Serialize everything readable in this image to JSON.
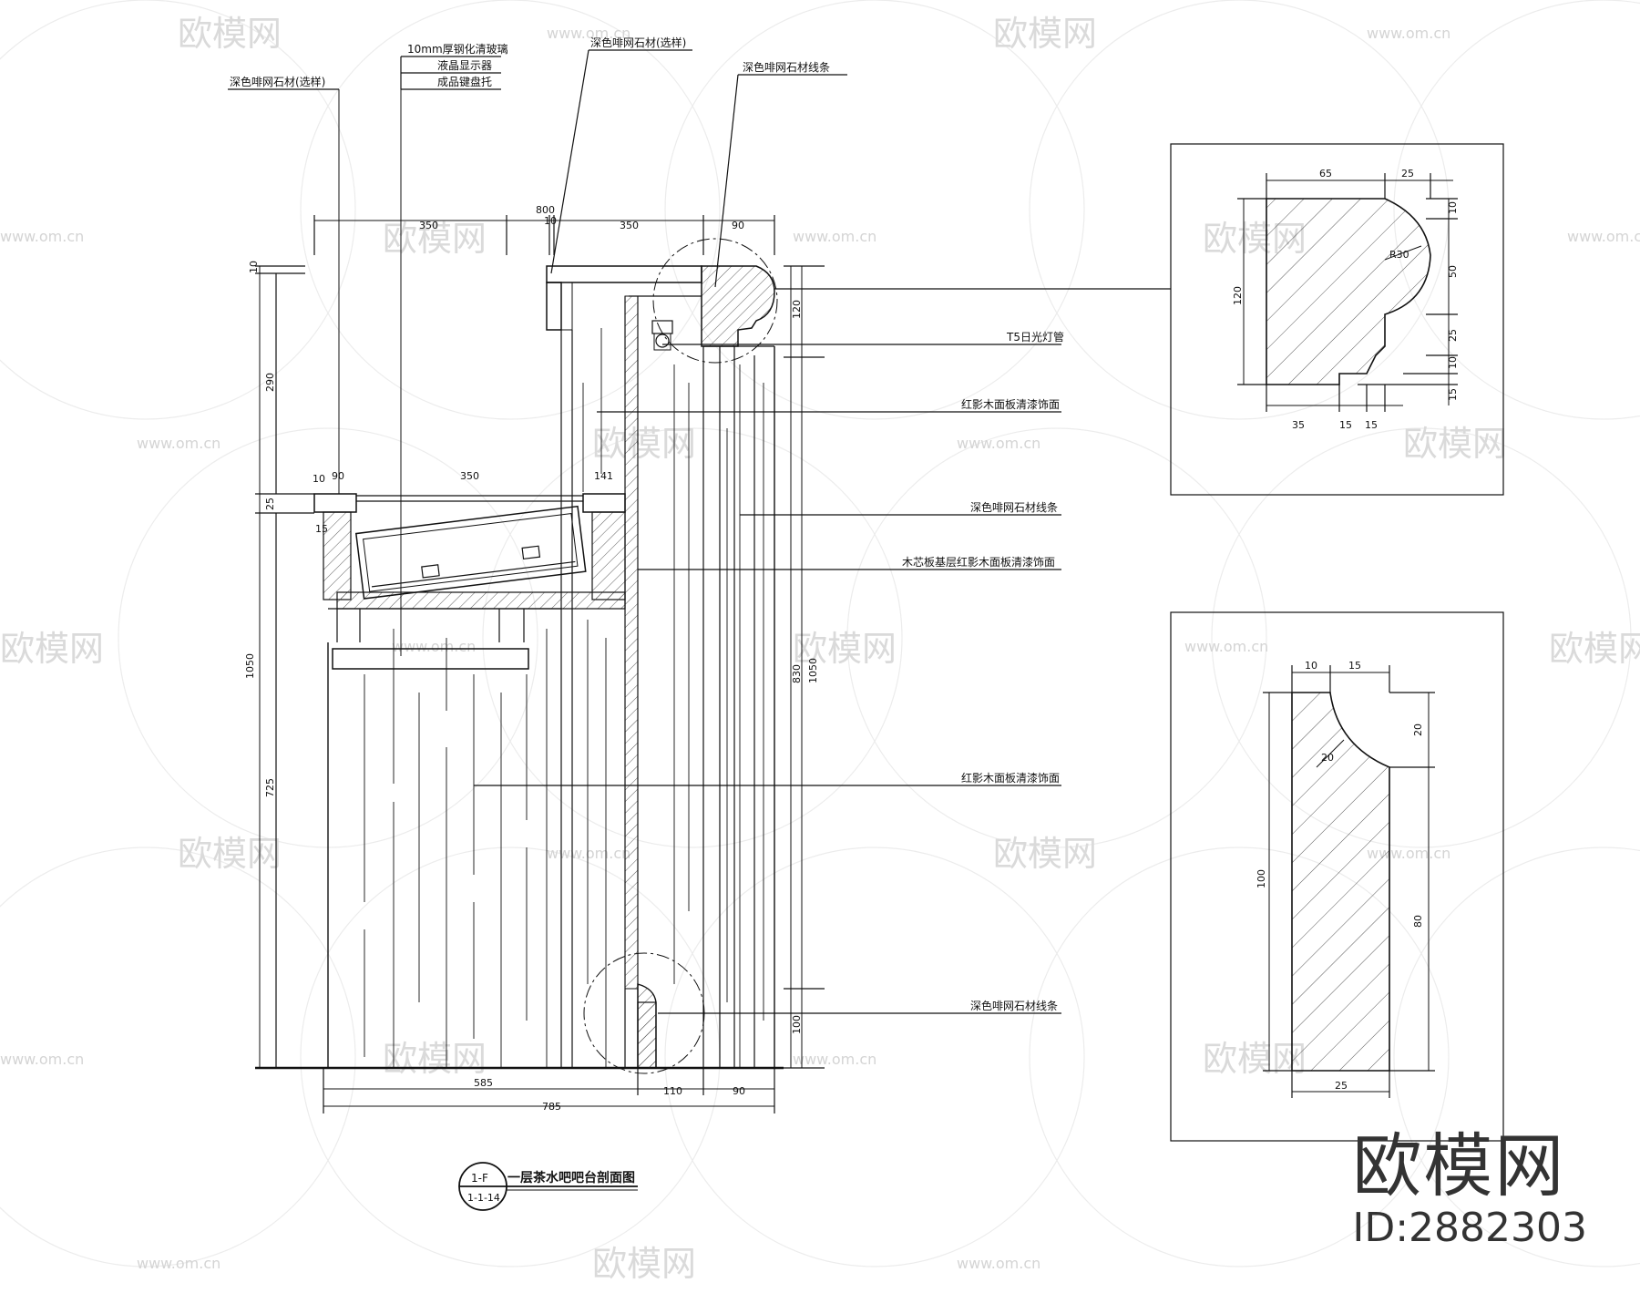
{
  "labels": {
    "left_stone": "深色啡网石材(选样)",
    "glass": "10mm厚钢化清玻璃",
    "lcd": "液晶显示器",
    "keyboard": "成品键盘托",
    "top_stone": "深色啡网石材(选样)",
    "stone_trim_top": "深色啡网石材线条",
    "t5_lamp": "T5日光灯管",
    "rosewood_1": "红影木面板清漆饰面",
    "stone_trim_mid": "深色啡网石材线条",
    "core_board": "木芯板基层红影木面板清漆饰面",
    "rosewood_2": "红影木面板清漆饰面",
    "stone_trim_bottom": "深色啡网石材线条"
  },
  "dimensions": {
    "top_800": "800",
    "top_10": "10",
    "top_350_left": "350",
    "top_350_right": "350",
    "top_90": "90",
    "left_10": "10",
    "left_290": "290",
    "left_25": "25",
    "left_1050": "1050",
    "left_725": "725",
    "left_15": "15",
    "shelf_10": "10",
    "shelf_90": "90",
    "shelf_350": "350",
    "shelf_141": "141",
    "right_120": "120",
    "right_830": "830",
    "right_1050": "1050",
    "right_100": "100",
    "bottom_585": "585",
    "bottom_110": "110",
    "bottom_90": "90",
    "bottom_785": "785"
  },
  "detail_top": {
    "d65": "65",
    "d25": "25",
    "d120": "120",
    "r30": "R30",
    "d10a": "10",
    "d50": "50",
    "d25b": "25",
    "d10b": "10",
    "d15a": "15",
    "d35": "35",
    "d15b": "15",
    "d15c": "15"
  },
  "detail_bottom": {
    "d10": "10",
    "d15": "15",
    "d20": "20",
    "r20": "20",
    "d100": "100",
    "d80": "80",
    "d25": "25"
  },
  "title": {
    "code_top": "1-F",
    "code_bottom": "1-1-14",
    "text": "一层茶水吧吧台剖面图"
  },
  "watermark": {
    "logo": "欧模网",
    "url": "www.om.cn"
  },
  "brand": {
    "logo": "欧模网",
    "id": "ID:2882303"
  }
}
